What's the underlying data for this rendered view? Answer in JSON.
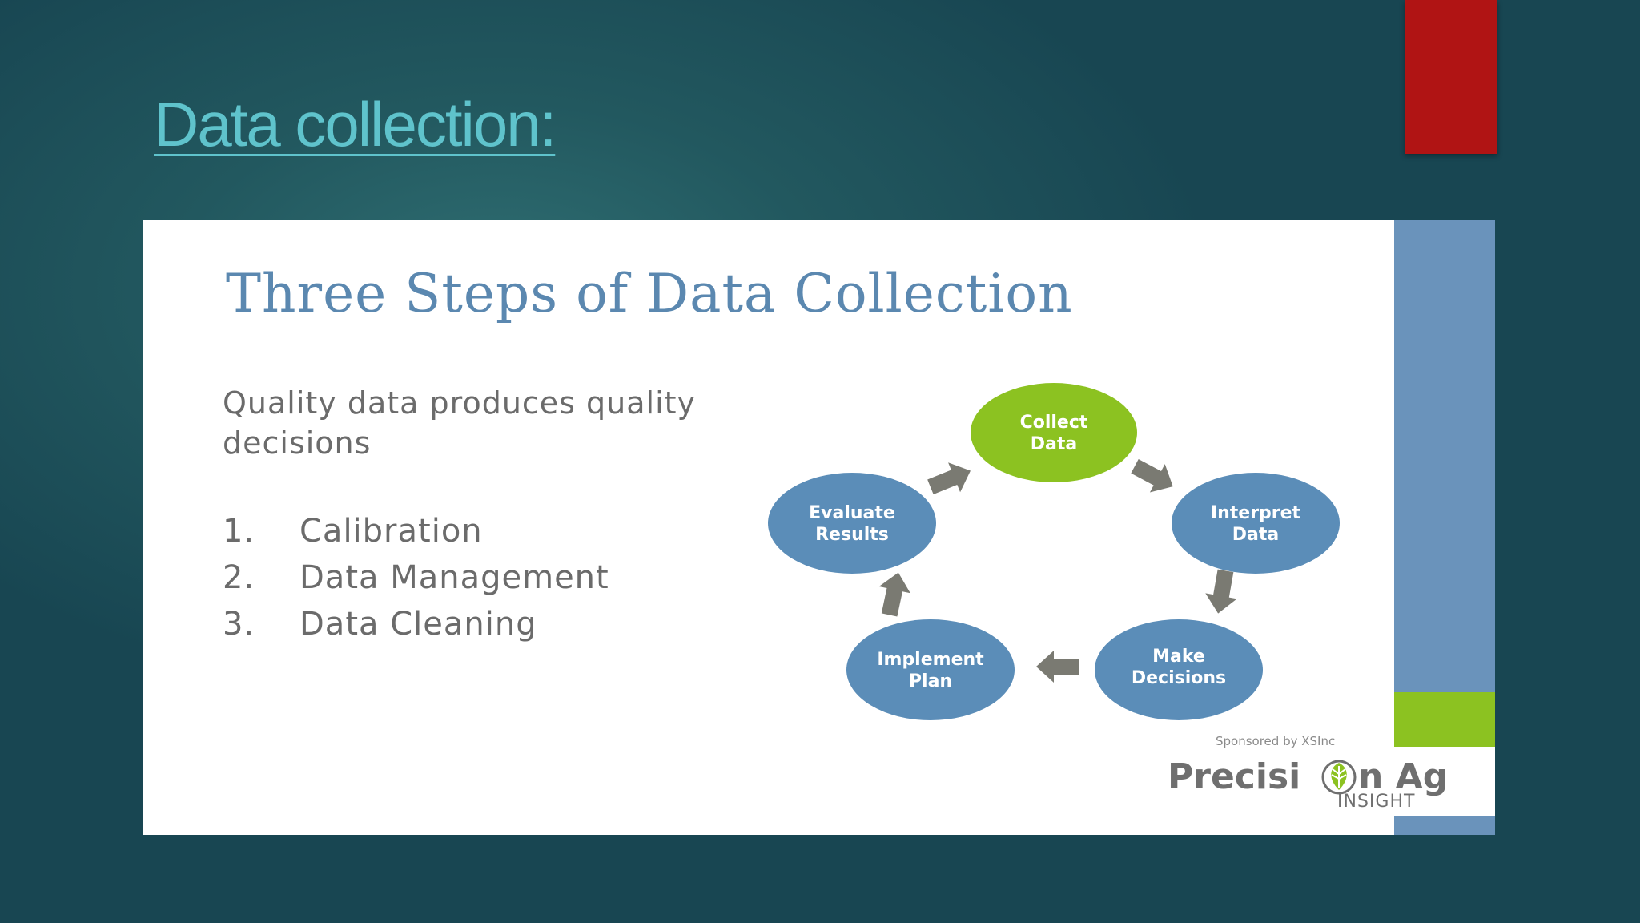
{
  "slide": {
    "title": "Data collection:"
  },
  "image": {
    "title": "Three Steps of Data Collection",
    "tagline": "Quality data produces quality decisions",
    "steps": [
      {
        "num": "1.",
        "label": "Calibration"
      },
      {
        "num": "2.",
        "label": "Data Management"
      },
      {
        "num": "3.",
        "label": "Data Cleaning"
      }
    ],
    "cycle": [
      {
        "line1": "Collect",
        "line2": "Data",
        "color": "#8cc221"
      },
      {
        "line1": "Interpret",
        "line2": "Data",
        "color": "#5b8db8"
      },
      {
        "line1": "Make",
        "line2": "Decisions",
        "color": "#5b8db8"
      },
      {
        "line1": "Implement",
        "line2": "Plan",
        "color": "#5b8db8"
      },
      {
        "line1": "Evaluate",
        "line2": "Results",
        "color": "#5b8db8"
      }
    ],
    "sponsor": "Sponsored by XSInc",
    "logo": {
      "word_left": "Precisi",
      "word_right": "n Ag",
      "sub": "INSIGHT"
    }
  },
  "colors": {
    "accent_title": "#5fc3cc",
    "corner_block": "#b01414",
    "node_blue": "#5b8db8",
    "node_green": "#8cc221",
    "arrow_gray": "#7a7a72"
  }
}
